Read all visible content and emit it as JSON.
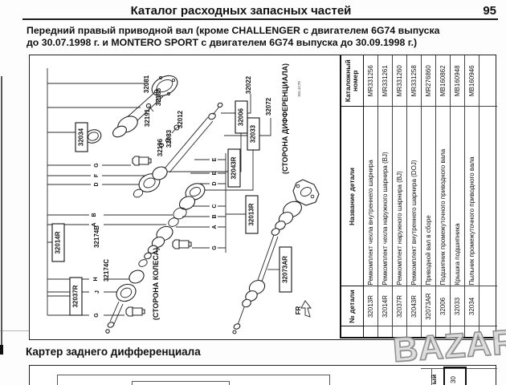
{
  "header": {
    "title": "Каталог расходных запасных частей",
    "page_number": "95"
  },
  "subtitle": {
    "line1": "Передний правый приводной вал (кроме CHALLENGER с двигателем 6G74 выпуска",
    "line2": "до 30.07.1998 г. и MONTERO SPORT с двигателем 6G74 выпуска до 30.09.1998 г.)"
  },
  "parts_table": {
    "headers": {
      "num": "№ детали",
      "name": "Название детали",
      "catalog": "Каталожный номер"
    },
    "rows": [
      {
        "num": "32013R",
        "name": "Ремкомплект чехла внутреннего шарнира",
        "catalog": "MR331256"
      },
      {
        "num": "32014R",
        "name": "Ремкомплект чехла наружного шарнира (BJ)",
        "catalog": "MR331261"
      },
      {
        "num": "32037R",
        "name": "Ремкомплект наружного шарнира (BJ)",
        "catalog": "MR331260"
      },
      {
        "num": "32043R",
        "name": "Ремкомплект внутреннего шарнира (DOJ)",
        "catalog": "MR331258"
      },
      {
        "num": "32073AR",
        "name": "Приводной вал в сборе",
        "catalog": "MR276860"
      },
      {
        "num": "32006",
        "name": "Подшипник промежуточного приводного вала",
        "catalog": "MB160862"
      },
      {
        "num": "32033",
        "name": "Крышка подшипника",
        "catalog": "MB160948"
      },
      {
        "num": "32034",
        "name": "Пыльник промежуточного приводного вала",
        "catalog": "MB160946"
      }
    ]
  },
  "diagram": {
    "boxed_labels": [
      "32034",
      "32014R",
      "32037R",
      "32043R",
      "32013R",
      "32006",
      "32033",
      "32073AR"
    ],
    "plain_labels": [
      "32081",
      "32185",
      "32191",
      "32012",
      "32083",
      "32196",
      "32022",
      "32072",
      "32174B",
      "32174C"
    ],
    "left_ladder": [
      "G",
      "F",
      "D",
      "B",
      "A",
      "H",
      "J",
      "G"
    ],
    "right_ladder": [
      "E",
      "E",
      "D",
      "C",
      "B",
      "A",
      "G"
    ],
    "caption_wheel": "(СТОРОНА КОЛЕСА)",
    "caption_diff": "(СТОРОНА ДИФФЕРЕНЦИАЛА)",
    "figure_code": "3GL1C70",
    "fr_label": "FR"
  },
  "bottom_section": {
    "title": "Картер заднего дифференциала",
    "header_fragment": "ый",
    "number_fragment": "30"
  },
  "watermark": "BAZAR"
}
